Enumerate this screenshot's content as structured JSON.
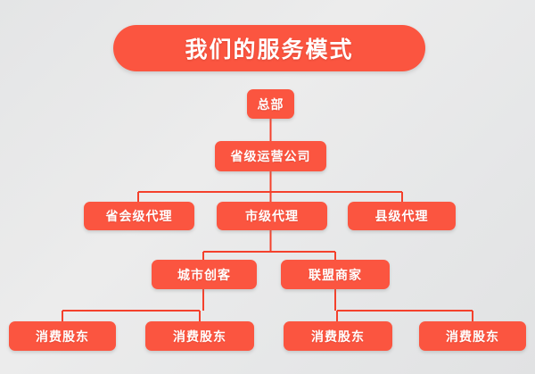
{
  "meta": {
    "background_color": "#e7e8e9",
    "accent_color": "#fb5540",
    "text_color": "#ffffff",
    "connector_color": "#f4412c"
  },
  "header": {
    "title": "我们的服务模式"
  },
  "chart_data": {
    "type": "tree",
    "title": "我们的服务模式",
    "orientation": "top-down",
    "levels": 5,
    "nodes": [
      {
        "id": "n0",
        "label": "总部",
        "level": 0,
        "parent": null
      },
      {
        "id": "n1",
        "label": "省级运营公司",
        "level": 1,
        "parent": "n0"
      },
      {
        "id": "n2",
        "label": "省会级代理",
        "level": 2,
        "parent": "n1"
      },
      {
        "id": "n3",
        "label": "市级代理",
        "level": 2,
        "parent": "n1"
      },
      {
        "id": "n4",
        "label": "县级代理",
        "level": 2,
        "parent": "n1"
      },
      {
        "id": "n5",
        "label": "城市创客",
        "level": 3,
        "parent": "n3"
      },
      {
        "id": "n6",
        "label": "联盟商家",
        "level": 3,
        "parent": "n3"
      },
      {
        "id": "n7",
        "label": "消费股东",
        "level": 4,
        "parent": "n5"
      },
      {
        "id": "n8",
        "label": "消费股东",
        "level": 4,
        "parent": "n5"
      },
      {
        "id": "n9",
        "label": "消费股东",
        "level": 4,
        "parent": "n6"
      },
      {
        "id": "n10",
        "label": "消费股东",
        "level": 4,
        "parent": "n6"
      }
    ]
  },
  "nodes": {
    "headquarters": {
      "label": "总部"
    },
    "provincial_company": {
      "label": "省级运营公司"
    },
    "provincial_capital_agent": {
      "label": "省会级代理"
    },
    "city_agent": {
      "label": "市级代理"
    },
    "county_agent": {
      "label": "县级代理"
    },
    "city_maker": {
      "label": "城市创客"
    },
    "alliance_merchant": {
      "label": "联盟商家"
    },
    "consumer_shareholder_1": {
      "label": "消费股东"
    },
    "consumer_shareholder_2": {
      "label": "消费股东"
    },
    "consumer_shareholder_3": {
      "label": "消费股东"
    },
    "consumer_shareholder_4": {
      "label": "消费股东"
    }
  }
}
